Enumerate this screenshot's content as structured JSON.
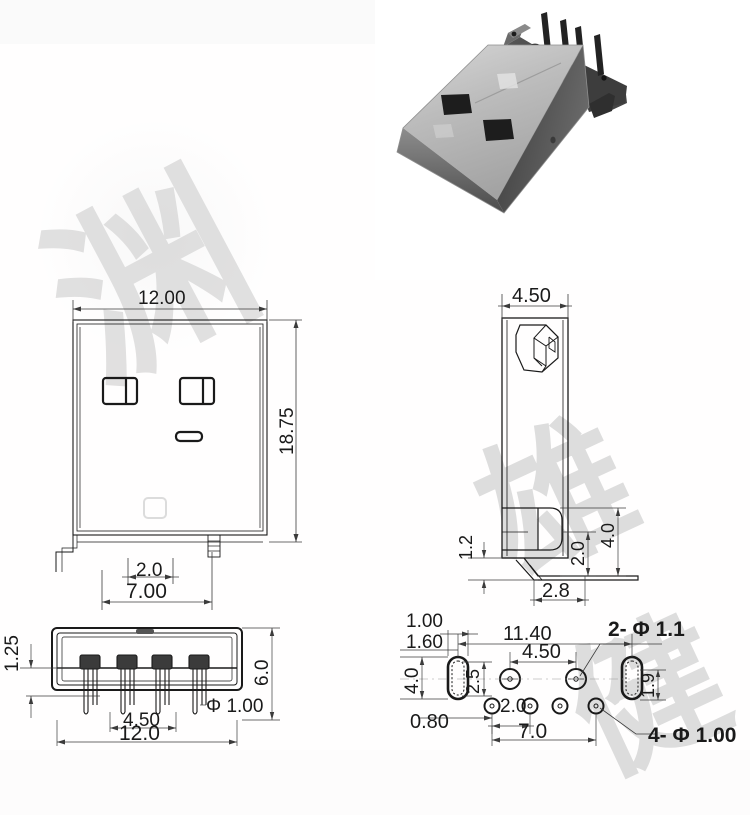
{
  "document": {
    "type": "mechanical-drawing",
    "subject": "USB Type-A Male Right-Angle SMT/DIP Connector",
    "background_color": "#fdfcfc",
    "line_color": "#1a1a1a",
    "watermark_color": "#c9c9c9"
  },
  "watermarks": {
    "left_text": "渊",
    "right_text": "雄健"
  },
  "photo": {
    "name": "usb-a-male-connector-photo",
    "description": "USB Type-A male connector, metal shell, right-angle through-hole pins",
    "shell_color": "#b8b8b8",
    "shell_dark": "#6f6f6f",
    "pin_color": "#2b2b2b"
  },
  "views": {
    "front": {
      "title": "front-view",
      "dimensions": {
        "width_overall": "12.00",
        "height_overall": "18.75",
        "pin_pitch_small": "2.0",
        "pin_span": "7.00"
      }
    },
    "bottom": {
      "title": "bottom-view",
      "dimensions": {
        "standoff": "1.25",
        "depth": "6.0",
        "pin_diameter": "Φ 1.00",
        "pin_span_inner": "4.50",
        "width_overall": "12.0"
      }
    },
    "side": {
      "title": "side-view",
      "dimensions": {
        "shell_thickness": "4.50",
        "pin_height_outer": "4.0",
        "pin_height_inner": "2.0",
        "board_offset": "1.2",
        "foot_length": "2.8"
      }
    },
    "footprint": {
      "title": "pcb-footprint",
      "dimensions": {
        "slot_width": "1.00",
        "slot_offset": "1.60",
        "slot_height": "4.0",
        "row_spacing": "2.5",
        "edge_offset": "0.80",
        "pad_pitch": "2.0",
        "pad_span": "7.0",
        "slot_span": "11.40",
        "mid_span": "4.50",
        "slot_minor": "1.9",
        "callout_slots": "2- Φ 1.1",
        "callout_pads": "4- Φ 1.00"
      }
    }
  }
}
